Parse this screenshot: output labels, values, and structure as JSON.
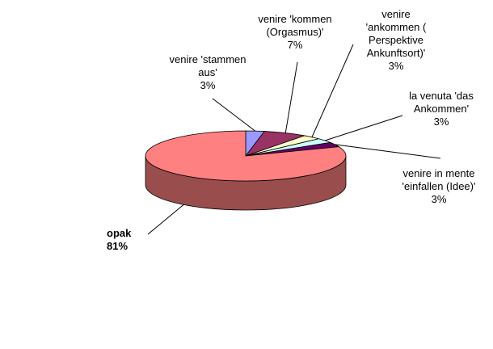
{
  "chart_data": {
    "type": "pie",
    "style": "3d",
    "slices": [
      {
        "lines": [
          "venire 'stammen",
          "aus'"
        ],
        "value": 3,
        "pct_label": "3%",
        "color": "#9999ff"
      },
      {
        "lines": [
          "venire 'kommen",
          "(Orgasmus)'"
        ],
        "value": 7,
        "pct_label": "7%",
        "color": "#993366"
      },
      {
        "lines": [
          "venire",
          "'ankommen (",
          "Perspektive",
          "Ankunftsort)'"
        ],
        "value": 3,
        "pct_label": "3%",
        "color": "#ffffcc"
      },
      {
        "lines": [
          "la venuta 'das",
          "Ankommen'"
        ],
        "value": 3,
        "pct_label": "3%",
        "color": "#ccffff"
      },
      {
        "lines": [
          "venire in mente",
          "'einfallen (Idee)'"
        ],
        "value": 3,
        "pct_label": "3%",
        "color": "#660066"
      },
      {
        "lines": [
          "opak"
        ],
        "value": 81,
        "pct_label": "81%",
        "color": "#ff8080"
      }
    ],
    "legend": "none"
  }
}
